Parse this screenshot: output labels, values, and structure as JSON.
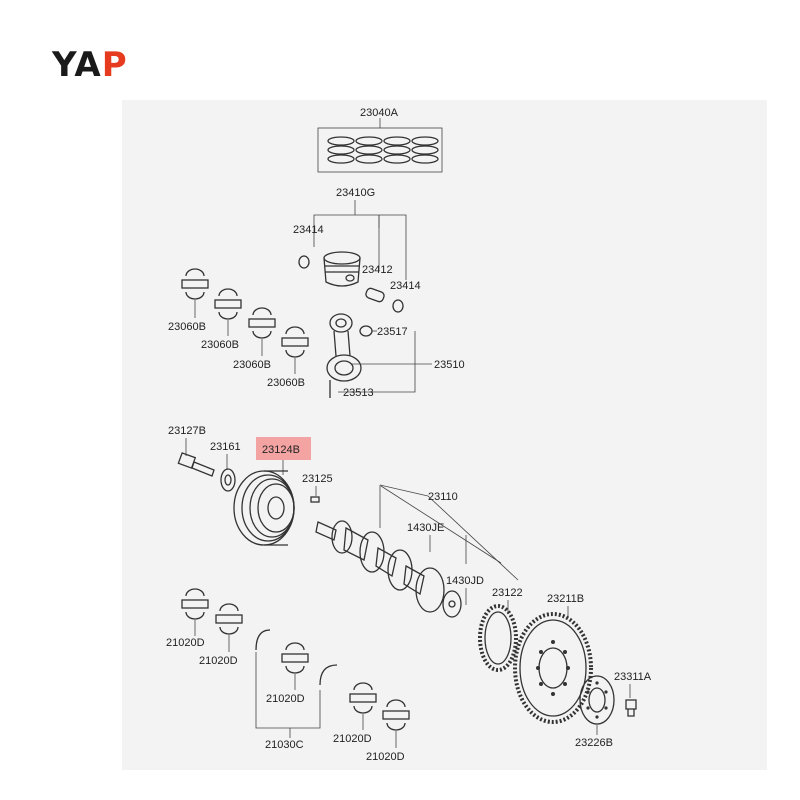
{
  "logo": {
    "text_dark": "YA",
    "text_accent": "P",
    "accent_color": "#e63b1f"
  },
  "highlight_color": "#f4a3a3",
  "labels": {
    "rings": "23040A",
    "piston_assy": "23410G",
    "snap_ring_left": "23414",
    "pin": "23412",
    "snap_ring_right": "23414",
    "rod_bearing_1": "23060B",
    "rod_bearing_2": "23060B",
    "rod_bearing_3": "23060B",
    "rod_bearing_4": "23060B",
    "rod_bushing": "23517",
    "conn_rod": "23510",
    "rod_bolt": "23513",
    "pulley_bolt": "23127B",
    "washer": "23161",
    "damper_pulley": "23124B",
    "key": "23125",
    "crankshaft": "23110",
    "pin_je": "1430JE",
    "pin_jd": "1430JD",
    "sensor_wheel": "23122",
    "flywheel": "23211B",
    "flywheel_bolt": "23311A",
    "adapter_plate": "23226B",
    "main_bearing_1": "21020D",
    "main_bearing_2": "21020D",
    "main_bearing_3": "21020D",
    "thrust_washer": "21030C",
    "main_bearing_4": "21020D",
    "main_bearing_5": "21020D"
  }
}
